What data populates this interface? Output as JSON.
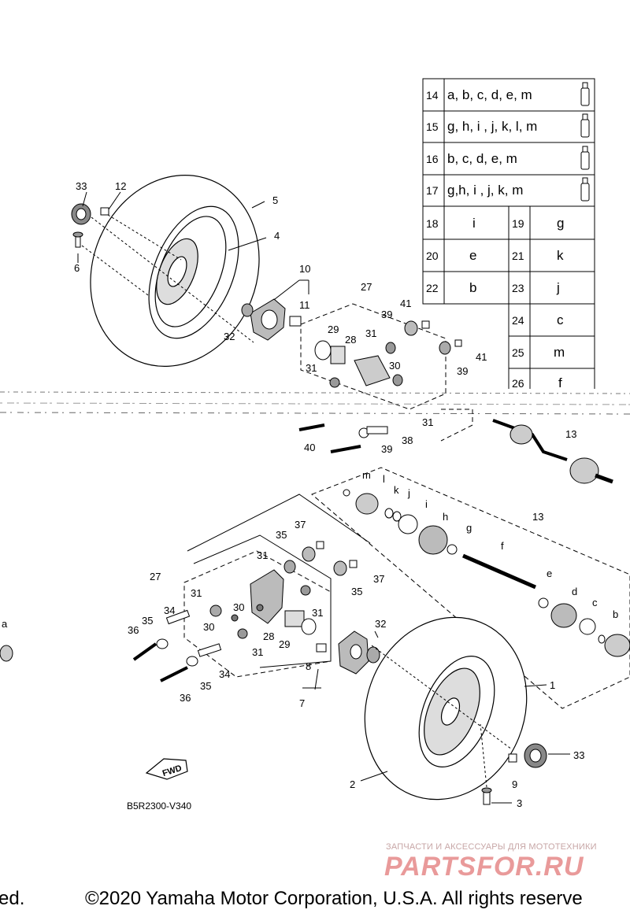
{
  "table": {
    "wide_rows": [
      {
        "num": "14",
        "text": "a, b, c, d, e, m"
      },
      {
        "num": "15",
        "text": "g, h, i , j, k, l, m"
      },
      {
        "num": "16",
        "text": "b, c, d, e, m"
      },
      {
        "num": "17",
        "text": "g,h, i , j, k, m"
      }
    ],
    "pair_rows": [
      {
        "num": "18",
        "val": "i",
        "num2": "19",
        "val2": "g"
      },
      {
        "num": "20",
        "val": "e",
        "num2": "21",
        "val2": "k"
      },
      {
        "num": "22",
        "val": "b",
        "num2": "23",
        "val2": "j"
      }
    ],
    "tail_rows": [
      {
        "num": "24",
        "val": "c"
      },
      {
        "num": "25",
        "val": "m"
      },
      {
        "num": "26",
        "val": "f"
      }
    ]
  },
  "callouts": {
    "c33a": "33",
    "c12": "12",
    "c5": "5",
    "c4": "4",
    "c6": "6",
    "c10": "10",
    "c11": "11",
    "c32a": "32",
    "c27a": "27",
    "c41a": "41",
    "c39a": "39",
    "c29a": "29",
    "c28a": "28",
    "c31a": "31",
    "c31b": "31",
    "c30a": "30",
    "c39b": "39",
    "c41b": "41",
    "c31c": "31",
    "c13a": "13",
    "c40": "40",
    "c39c": "39",
    "c38": "38",
    "m": "m",
    "l": "l",
    "k": "k",
    "j": "j",
    "i": "i",
    "h": "h",
    "g": "g",
    "f": "f",
    "e": "e",
    "d": "d",
    "c": "c",
    "b": "b",
    "a": "a",
    "c13b": "13",
    "c37a": "37",
    "c35a": "35",
    "c31d": "31",
    "c27b": "27",
    "c37b": "37",
    "c35b": "35",
    "c31e": "31",
    "c30b": "30",
    "c34a": "34",
    "c35c": "35",
    "c36a": "36",
    "c30c": "30",
    "c31f": "31",
    "c31g": "31",
    "c28b": "28",
    "c29b": "29",
    "c32b": "32",
    "c8": "8",
    "c34b": "34",
    "c35d": "35",
    "c36b": "36",
    "c7": "7",
    "c1": "1",
    "c33b": "33",
    "c9": "9",
    "c2": "2",
    "c3": "3"
  },
  "fwd_label": "FWD",
  "diagram_code": "B5R2300-V340",
  "watermark": {
    "tagline": "ЗАПЧАСТИ И АКСЕССУАРЫ ДЛЯ МОТОТЕХНИКИ",
    "logo": "PARTSFOR.RU"
  },
  "footer": {
    "left_fragment": "ed.",
    "copyright": "©2020 Yamaha Motor Corporation, U.S.A. All rights reserve"
  }
}
